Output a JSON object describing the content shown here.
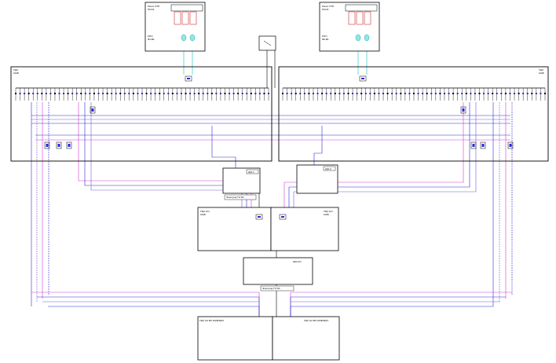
{
  "panels": {
    "top_left_sub": {
      "l1": "Panel: РТП",
      "l2": "ПСОК",
      "l3": "РОО",
      "l4": "Ф1-В1"
    },
    "top_right_sub": {
      "l1": "Panel: РТП",
      "l2": "ПСОК",
      "l3": "РОО",
      "l4": "Ф2-В1"
    },
    "main_left": {
      "title": "ГЩУ",
      "sub": "10кВ"
    },
    "main_right": {
      "title": "ГЩУ",
      "sub": "10кВ"
    },
    "mid_left": {
      "label": "ЩО-1"
    },
    "mid_right": {
      "label": "ЩО-2"
    },
    "lower_left": {
      "l1": "ГЩУ НО",
      "l2": "10кВ"
    },
    "lower_right": {
      "l1": "ГЩУ НО",
      "l2": "10кВ"
    },
    "small_center": {
      "label": "ЩО-НО"
    },
    "bottom_left": {
      "label": "ГЩУ Н2 ВЛ 10КВ ВЫХ"
    },
    "bottom_right": {
      "label": "ГЩУ Н2 ВЛ 10КВ ВЫХ"
    }
  },
  "captions": {
    "mid_left": "Электрод ТЗ ЭС",
    "center": "Электрод ТЗ ЭС"
  },
  "colors": {
    "line": "#000000",
    "blue": "#2a2ad8",
    "magenta": "#d23bd2",
    "cyan": "#30c8c8",
    "purple": "#7a5ad0"
  }
}
